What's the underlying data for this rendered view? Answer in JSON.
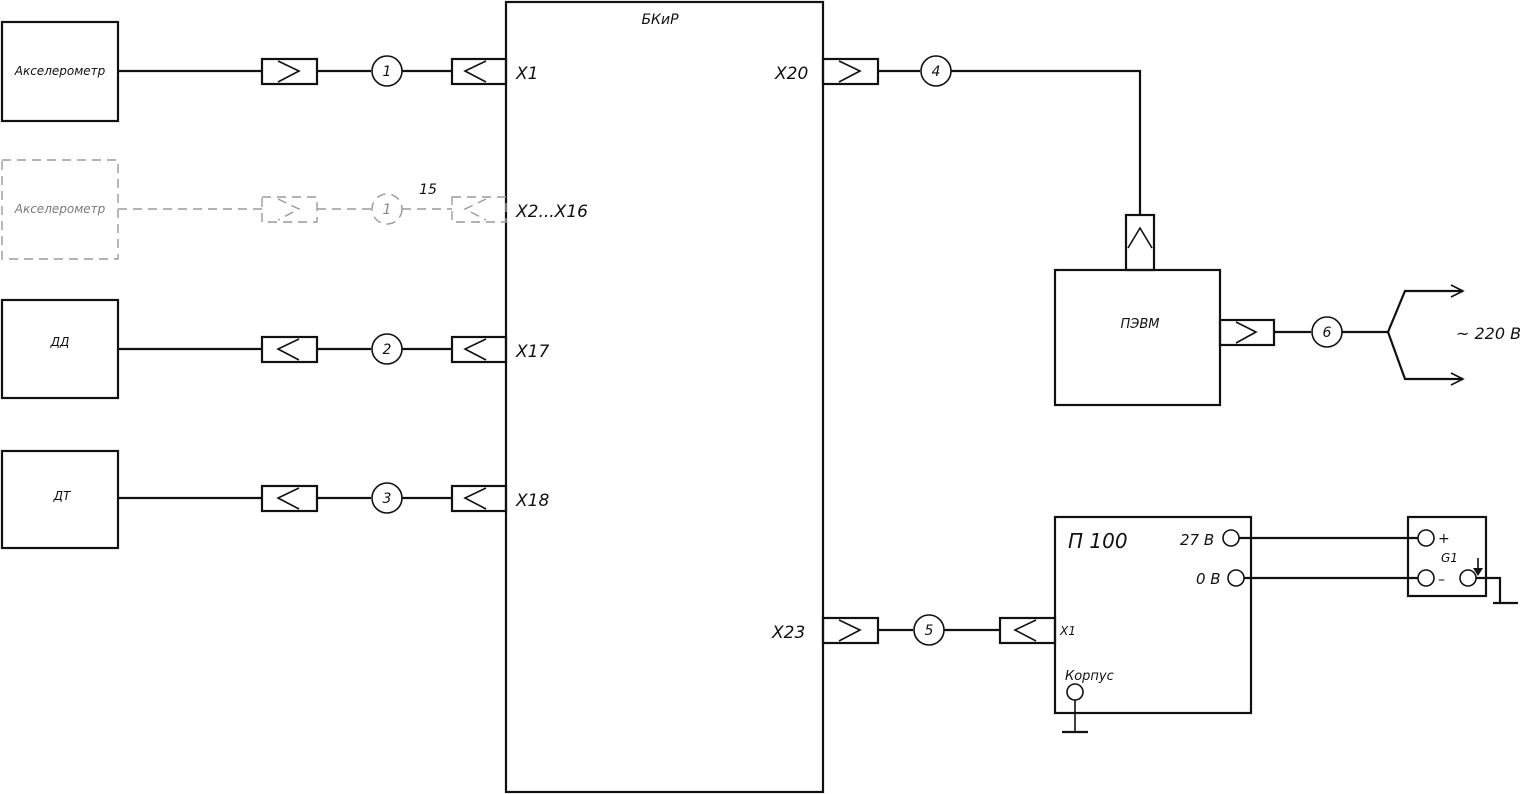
{
  "blocks": {
    "bkir": "БКиР",
    "accel1": "Акселерометр",
    "accel2": "Акселерометр",
    "dd": "ДД",
    "dt": "ДТ",
    "pevm": "ПЭВМ",
    "p100": "П 100"
  },
  "ports": {
    "x1": "X1",
    "x2_16": "X2...X16",
    "x17": "X17",
    "x18": "X18",
    "x20": "X20",
    "x23": "X23",
    "p100_x1": "X1"
  },
  "cables": {
    "c1": "1",
    "c1_dim": "1",
    "c2": "2",
    "c3": "3",
    "c4": "4",
    "c5": "5",
    "c6": "6",
    "count": "15"
  },
  "terminals": {
    "v27": "27 В",
    "v0": "0 В",
    "korpus": "Корпус",
    "g1": "G1",
    "plus": "+",
    "minus": "–"
  },
  "mains": "~ 220 В"
}
